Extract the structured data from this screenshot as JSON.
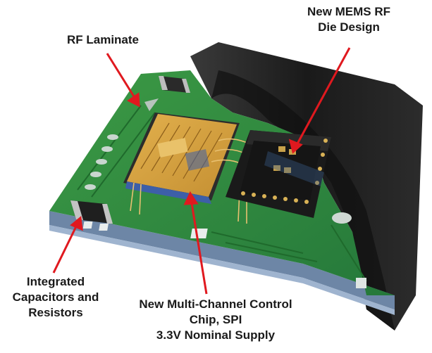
{
  "labels": {
    "mems_die": [
      "New MEMS RF",
      "Die Design"
    ],
    "rf_laminate": [
      "RF Laminate"
    ],
    "passives": [
      "Integrated",
      "Capacitors and",
      "Resistors"
    ],
    "control_chip": [
      "New Multi-Channel Control",
      "Chip, SPI",
      "3.3V Nominal Supply"
    ]
  },
  "colors": {
    "arrow": "#e0191f",
    "laminate": "#2f8a3a",
    "laminate_dark": "#1f6a2c",
    "shield": "#1d1d1d",
    "chip_gold": "#d9a441",
    "chip_blue": "#3d5fa8",
    "die_black": "#151515"
  }
}
